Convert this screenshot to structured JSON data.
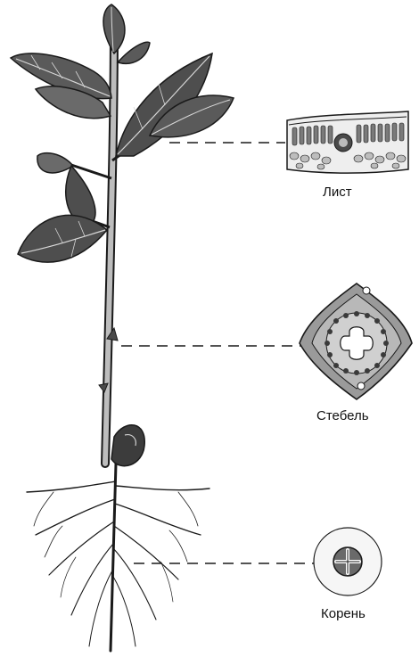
{
  "labels": {
    "leaf": "Лист",
    "stem": "Стебель",
    "root": "Корень"
  },
  "colors": {
    "ink": "#1a1a1a",
    "leaf_fill": "#5a5a5a",
    "leaf_vein": "#d8d8d8",
    "section_fill": "#9a9a9a",
    "background": "#ffffff"
  }
}
